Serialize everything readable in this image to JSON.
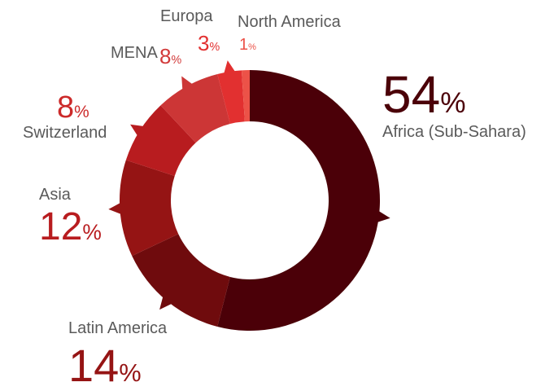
{
  "chart_data": {
    "type": "pie",
    "style": "donut",
    "percent_symbol": "%",
    "categories": [
      "Africa (Sub-Sahara)",
      "Latin America",
      "Asia",
      "Switzerland",
      "MENA",
      "Europa",
      "North America"
    ],
    "values": [
      54,
      14,
      12,
      8,
      8,
      3,
      1
    ],
    "value_labels": [
      "54",
      "14",
      "12",
      "8",
      "8",
      "3",
      "1"
    ],
    "colors": [
      "#4b0008",
      "#6f0b0d",
      "#951414",
      "#b81c1f",
      "#cc3636",
      "#e23030",
      "#ec5248"
    ]
  }
}
